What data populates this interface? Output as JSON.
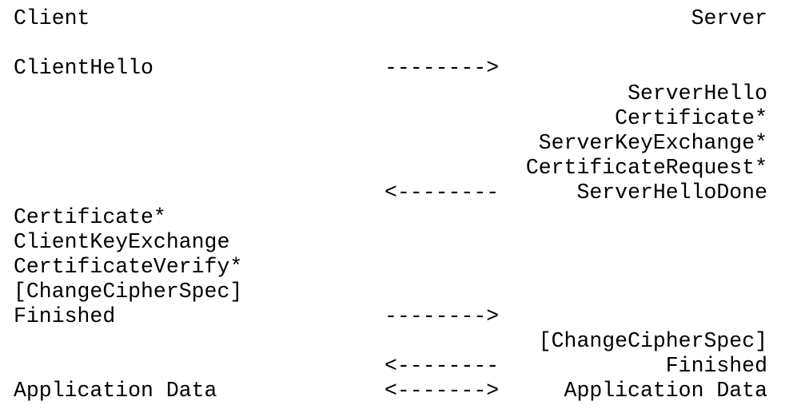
{
  "header": {
    "client": "Client",
    "server": "Server"
  },
  "rows": [
    {
      "left": "ClientHello",
      "arrow": "-------->",
      "right": ""
    },
    {
      "left": "",
      "arrow": "",
      "right": "ServerHello"
    },
    {
      "left": "",
      "arrow": "",
      "right": "Certificate*"
    },
    {
      "left": "",
      "arrow": "",
      "right": "ServerKeyExchange*"
    },
    {
      "left": "",
      "arrow": "",
      "right": "CertificateRequest*"
    },
    {
      "left": "",
      "arrow": "<--------",
      "right": "ServerHelloDone"
    },
    {
      "left": "Certificate*",
      "arrow": "",
      "right": ""
    },
    {
      "left": "ClientKeyExchange",
      "arrow": "",
      "right": ""
    },
    {
      "left": "CertificateVerify*",
      "arrow": "",
      "right": ""
    },
    {
      "left": "[ChangeCipherSpec]",
      "arrow": "",
      "right": ""
    },
    {
      "left": "Finished",
      "arrow": "-------->",
      "right": ""
    },
    {
      "left": "",
      "arrow": "",
      "right": "[ChangeCipherSpec]"
    },
    {
      "left": "",
      "arrow": "<--------",
      "right": "Finished"
    },
    {
      "left": "Application Data",
      "arrow": "<------->",
      "right": "Application Data"
    }
  ]
}
